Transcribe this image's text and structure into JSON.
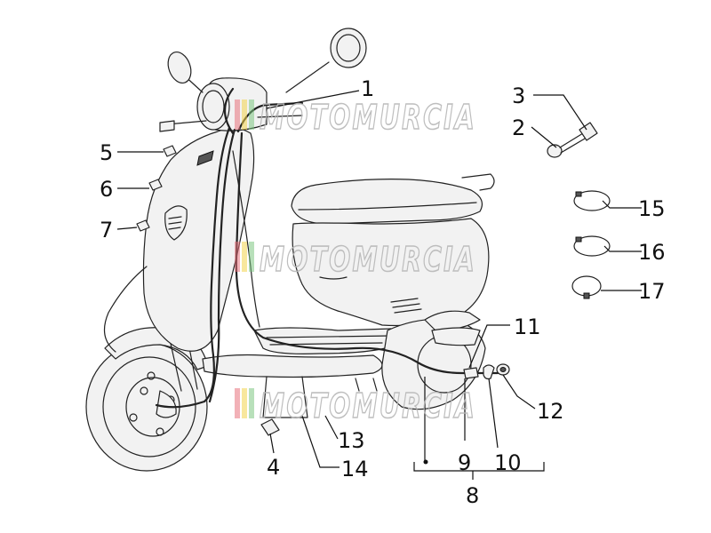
{
  "watermark": {
    "text": "MOTOMURCIA"
  },
  "labels": {
    "p1": "1",
    "p2": "2",
    "p3": "3",
    "p4": "4",
    "p5": "5",
    "p6": "6",
    "p7": "7",
    "p8": "8",
    "p9": "9",
    "p10": "10",
    "p11": "11",
    "p12": "12",
    "p13": "13",
    "p14": "14",
    "p15": "15",
    "p16": "16",
    "p17": "17"
  },
  "colors": {
    "watermark_red": "#e8707a",
    "watermark_yellow": "#f2d24a",
    "watermark_green": "#7cc47f"
  }
}
